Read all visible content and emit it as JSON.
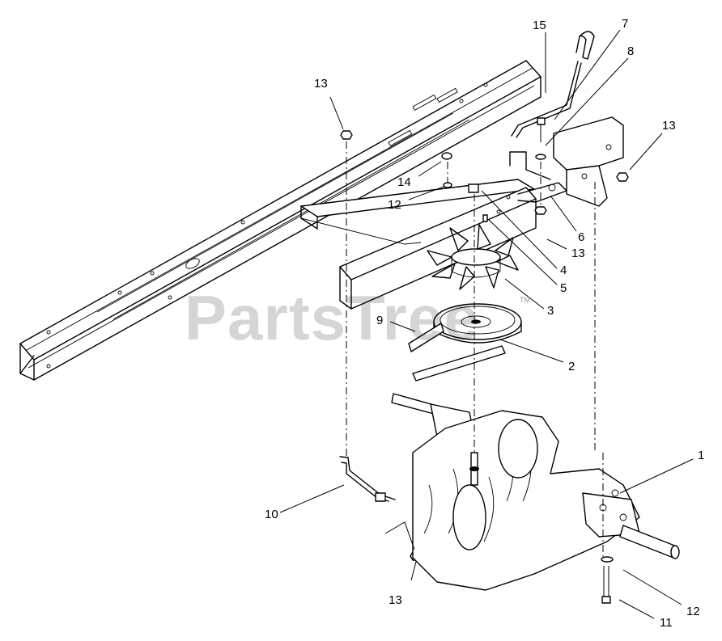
{
  "watermark": "PartsTree",
  "trademark": "TM",
  "callouts": {
    "c15": "15",
    "c7": "7",
    "c8": "8",
    "c13a": "13",
    "c13b": "13",
    "c14": "14",
    "c12a": "12",
    "c6": "6",
    "c13c": "13",
    "c4": "4",
    "c5": "5",
    "c3": "3",
    "c9": "9",
    "c2": "2",
    "c1": "1",
    "c10": "10",
    "c13d": "13",
    "c12b": "12",
    "c11": "11"
  }
}
